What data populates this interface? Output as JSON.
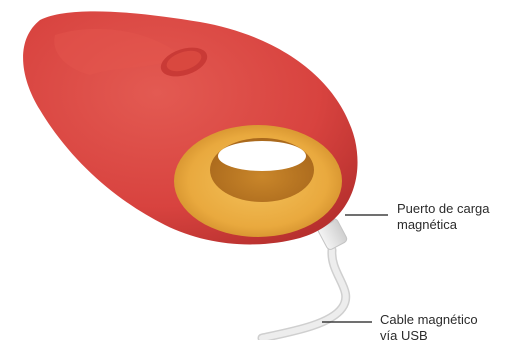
{
  "callouts": {
    "charging_port": {
      "line1": "Puerto de carga",
      "line2": "magnética"
    },
    "cable": {
      "line1": "Cable magnético",
      "line2": "vía USB"
    }
  },
  "colors": {
    "body": "#d8433f",
    "body_shadow": "#b8302e",
    "ring": "#e9a93e",
    "ring_inner": "#c98a2a",
    "cable": "#e6e6e6",
    "leader_line": "#1a1a1a"
  },
  "icons": {
    "device": "red-suction-toy",
    "port": "magnetic-port",
    "cable": "usb-cable"
  }
}
